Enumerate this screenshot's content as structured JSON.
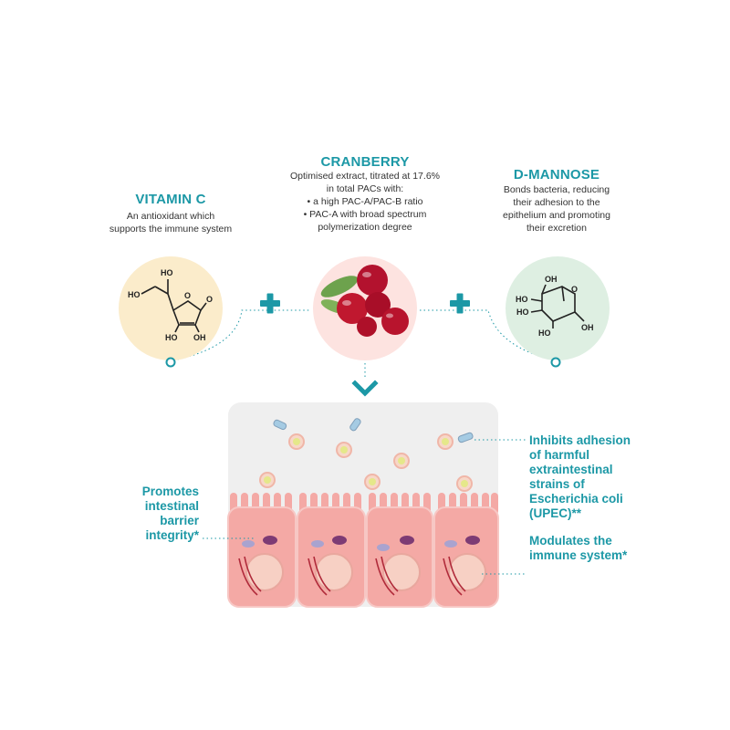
{
  "vitamin_c": {
    "title": "VITAMIN C",
    "lines": [
      "An antioxidant which",
      "supports the immune system"
    ],
    "atoms": {
      "ho_top": "HO",
      "ho_left": "HO",
      "o_ring": "O",
      "o_carbonyl": "O",
      "ho_bottom_left": "HO",
      "oh_bottom_right": "OH"
    }
  },
  "cranberry": {
    "title": "CRANBERRY",
    "lines": [
      "Optimised extract, titrated at 17.6%",
      "in total PACs with:",
      "• a high PAC-A/PAC-B ratio",
      "• PAC-A with broad spectrum",
      "polymerization degree"
    ]
  },
  "d_mannose": {
    "title": "D-MANNOSE",
    "lines": [
      "Bonds bacteria, reducing",
      "their adhesion to the",
      "epithelium and promoting",
      "their excretion"
    ],
    "atoms": {
      "oh_top": "OH",
      "o_ring": "O",
      "ho_1": "HO",
      "ho_2": "HO",
      "ho_3": "HO",
      "oh_bottom": "OH"
    }
  },
  "callouts": {
    "left": [
      "Promotes",
      "intestinal",
      "barrier",
      "integrity*"
    ],
    "right_top": [
      "Inhibits adhesion",
      "of harmful",
      "extraintestinal",
      "strains of",
      "Escherichia coli",
      "(UPEC)**"
    ],
    "right_bottom": [
      "Modulates the",
      "immune system*"
    ]
  },
  "colors": {
    "teal": "#1c98a6",
    "vitamin_c_circle": "#fbeccb",
    "cranberry_circle": "#fde3e0",
    "mannose_circle": "#deefe2",
    "cell_fill": "#f4a9a5",
    "panel_bg": "#efefef"
  },
  "icons": [
    "plus-icon",
    "chevron-down-icon",
    "ring-marker-icon",
    "bacteria-icon"
  ]
}
